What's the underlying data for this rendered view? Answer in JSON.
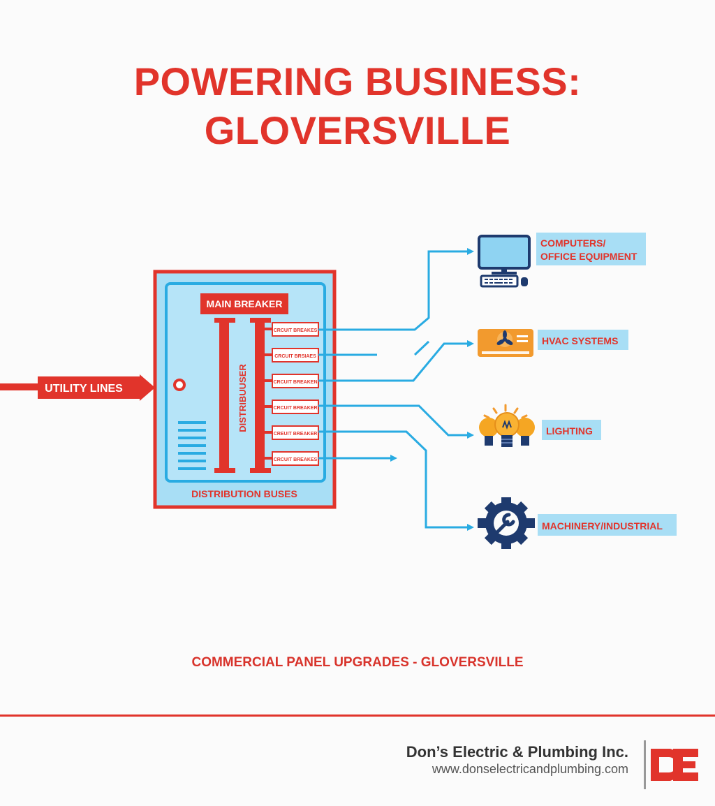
{
  "title": {
    "line1": "POWERING BUSINESS:",
    "line2": "GLOVERSVILLE"
  },
  "panel": {
    "main_breaker": "MAIN BREAKER",
    "bus_label": "DISTRIBUUSER",
    "distribution_label": "DISTRIBUTION BUSES",
    "breakers": [
      "CRCUIT BREAKES",
      "CRCUIT BRSIAES",
      "CRCUIT BREAKEN",
      "CRCUIT BREAKER",
      "CREUIT BREAKER",
      "CRCUIT BREAKES"
    ]
  },
  "input": {
    "label": "UTILITY LINES"
  },
  "loads": [
    {
      "line1": "COMPUTERS/",
      "line2": "OFFICE EQUIPMENT",
      "icon": "computer-icon"
    },
    {
      "line1": "HVAC SYSTEMS",
      "line2": "",
      "icon": "hvac-icon"
    },
    {
      "line1": "LIGHTING",
      "line2": "",
      "icon": "lightbulbs-icon"
    },
    {
      "line1": "MACHINERY/INDUSTRIAL",
      "line2": "",
      "icon": "gear-wrench-icon"
    }
  ],
  "subtitle": "COMMERCIAL PANEL UPGRADES - GLOVERSVILLE",
  "footer": {
    "company": "Don’s Electric & Plumbing Inc.",
    "url": "www.donselectricandplumbing.com",
    "logo_text": "DE"
  },
  "colors": {
    "red": "#e1342b",
    "blue": "#29abe2",
    "panel_fill": "#a8def5",
    "navy": "#1e3a6e",
    "orange": "#f29a2e"
  }
}
